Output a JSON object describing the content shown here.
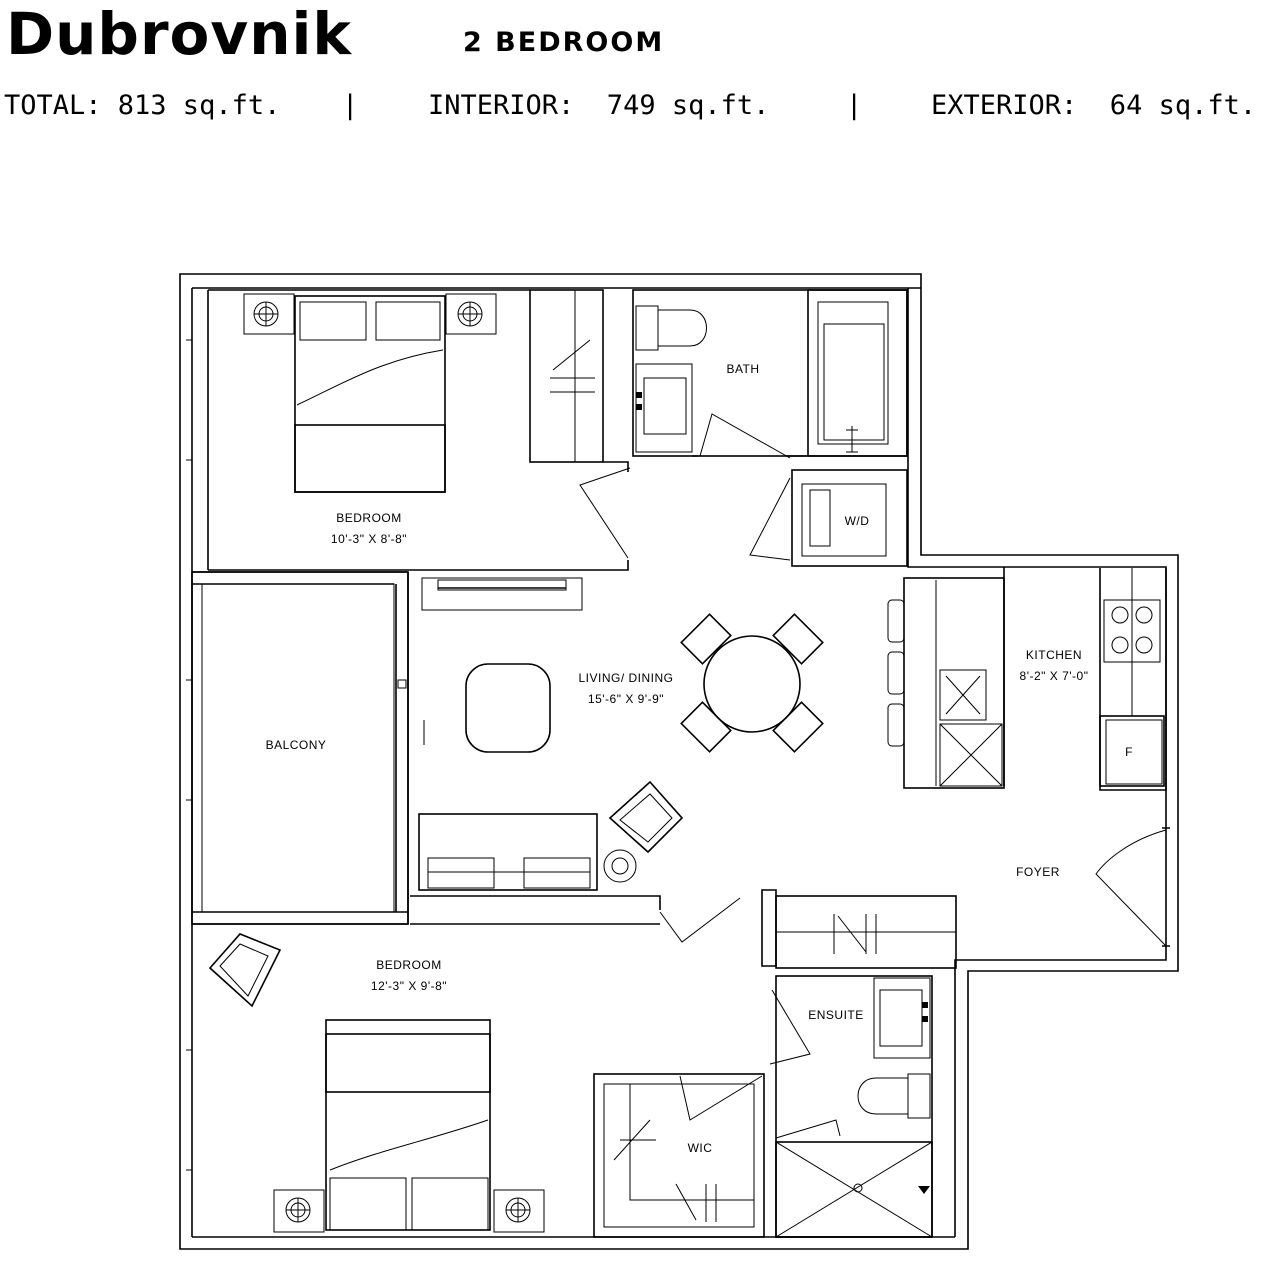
{
  "header": {
    "title": "Dubrovnik",
    "subtitle": "2 BEDROOM"
  },
  "areas": {
    "total": "TOTAL: 813 sq.ft.",
    "separator_1": "|",
    "interior": "INTERIOR:  749 sq.ft.",
    "separator_2": "|",
    "exterior": "EXTERIOR:  64 sq.ft."
  },
  "rooms": {
    "bedroom_1": {
      "name": "BEDROOM",
      "dimensions": "10'-3\" X 8'-8\""
    },
    "bath": {
      "name": "BATH"
    },
    "laundry": {
      "name": "W/D"
    },
    "living_dining": {
      "name": "LIVING/ DINING",
      "dimensions": "15'-6\" X 9'-9\""
    },
    "kitchen": {
      "name": "KITCHEN",
      "dimensions": "8'-2\" X 7'-0\""
    },
    "fridge": {
      "name": "F"
    },
    "balcony": {
      "name": "BALCONY"
    },
    "foyer": {
      "name": "FOYER"
    },
    "bedroom_2": {
      "name": "BEDROOM",
      "dimensions": "12'-3\" X 9'-8\""
    },
    "ensuite": {
      "name": "ENSUITE"
    },
    "wic": {
      "name": "WIC"
    }
  }
}
